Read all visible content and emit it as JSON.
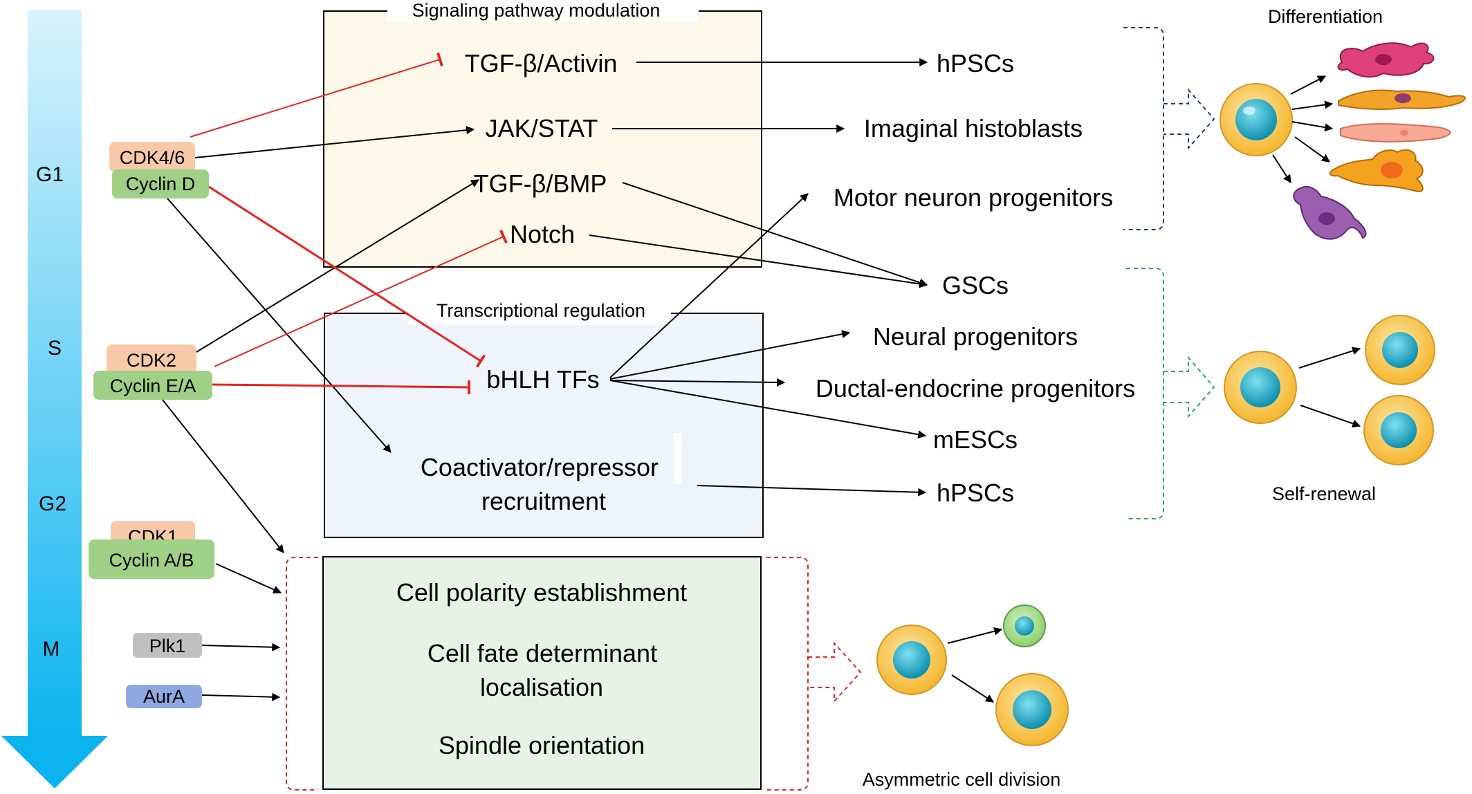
{
  "phases": [
    "G1",
    "S",
    "G2",
    "M"
  ],
  "kinases": {
    "cdk46": "CDK4/6",
    "cyclin_d": "Cyclin D",
    "cdk2": "CDK2",
    "cyclin_ea": "Cyclin E/A",
    "cdk1": "CDK1",
    "cyclin_ab": "Cyclin A/B",
    "plk1": "Plk1",
    "aura": "AurA"
  },
  "signaling": {
    "title": "Signaling pathway modulation",
    "tgfb_activin": "TGF-β/Activin",
    "jak_stat": "JAK/STAT",
    "tgfb_bmp": "TGF-β/BMP",
    "notch": "Notch"
  },
  "transcription": {
    "title": "Transcriptional regulation",
    "bhlh": "bHLH TFs",
    "coactivator_line1": "Coactivator/repressor",
    "coactivator_line2": "recruitment"
  },
  "division_box": {
    "line1": "Cell polarity establishment",
    "line2a": "Cell fate determinant",
    "line2b": "localisation",
    "line3": "Spindle orientation"
  },
  "targets": {
    "hpscs_top": "hPSCs",
    "imaginal": "Imaginal histoblasts",
    "motor": "Motor neuron progenitors",
    "gscs": "GSCs",
    "neural": "Neural progenitors",
    "ductal": "Ductal-endocrine progenitors",
    "mescs": "mESCs",
    "hpscs_bottom": "hPSCs"
  },
  "outcomes": {
    "differentiation": "Differentiation",
    "self_renewal": "Self-renewal",
    "asymmetric": "Asymmetric cell division"
  },
  "colors": {
    "arrow_gradient_top": "#d9f3fd",
    "arrow_gradient_bottom": "#0bb4ef",
    "cdk_box": "#f7c9a8",
    "cyclin_box": "#9fd086",
    "plk1_box": "#bfbfbf",
    "aura_box": "#8fa9e0",
    "signaling_box": "#fcf8ea",
    "transcription_box": "#eef4fa",
    "division_box": "#e7f3e6",
    "inhibition": "#e8231f",
    "diff_bracket": "#1f3a78",
    "self_renewal_bracket": "#27ae4b",
    "asym_bracket": "#e8231f",
    "cell_body": "#f7c244",
    "cell_nucleus": "#1aa8c4"
  }
}
